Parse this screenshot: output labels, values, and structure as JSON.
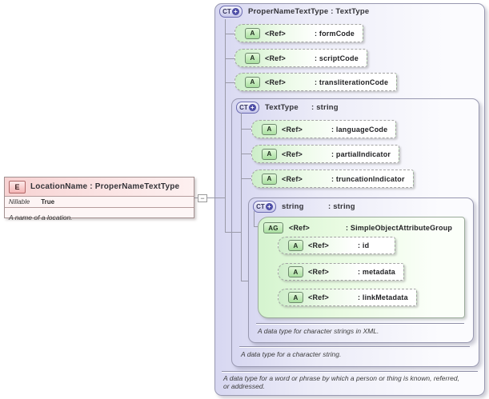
{
  "colors": {
    "element_pink": "#f7d2d2",
    "type_lavender": "#d7d7f1",
    "attribute_green": "#cdeec9",
    "badge_blue": "#4d4da6"
  },
  "element": {
    "badge": "E",
    "title": "LocationName : ProperNameTextType",
    "property_name": "Nillable",
    "property_value": "True",
    "description": "A name of a location."
  },
  "connector": {
    "collapse_glyph": "−"
  },
  "types": {
    "properNameTextType": {
      "badge": "CT",
      "plus": "+",
      "name": "ProperNameTextType",
      "type_suffix": ": TextType",
      "attributes": [
        {
          "badge": "A",
          "ref": "<Ref>",
          "label": ": formCode"
        },
        {
          "badge": "A",
          "ref": "<Ref>",
          "label": ": scriptCode"
        },
        {
          "badge": "A",
          "ref": "<Ref>",
          "label": ": transliterationCode"
        }
      ],
      "description": "A data type for a word or phrase by which a person or thing is known, referred, or addressed."
    },
    "textType": {
      "badge": "CT",
      "plus": "+",
      "name": "TextType",
      "type_suffix": ": string",
      "attributes": [
        {
          "badge": "A",
          "ref": "<Ref>",
          "label": ": languageCode"
        },
        {
          "badge": "A",
          "ref": "<Ref>",
          "label": ": partialIndicator"
        },
        {
          "badge": "A",
          "ref": "<Ref>",
          "label": ": truncationIndicator"
        }
      ],
      "description": "A data type for a character string."
    },
    "stringType": {
      "badge": "CT",
      "plus": "+",
      "name": "string",
      "type_suffix": ": string",
      "attributeGroup": {
        "badge": "AG",
        "ref": "<Ref>",
        "label": ": SimpleObjectAttributeGroup",
        "attributes": [
          {
            "badge": "A",
            "ref": "<Ref>",
            "label": ": id"
          },
          {
            "badge": "A",
            "ref": "<Ref>",
            "label": ": metadata"
          },
          {
            "badge": "A",
            "ref": "<Ref>",
            "label": ": linkMetadata"
          }
        ]
      },
      "description": "A data type for character strings in XML."
    }
  }
}
